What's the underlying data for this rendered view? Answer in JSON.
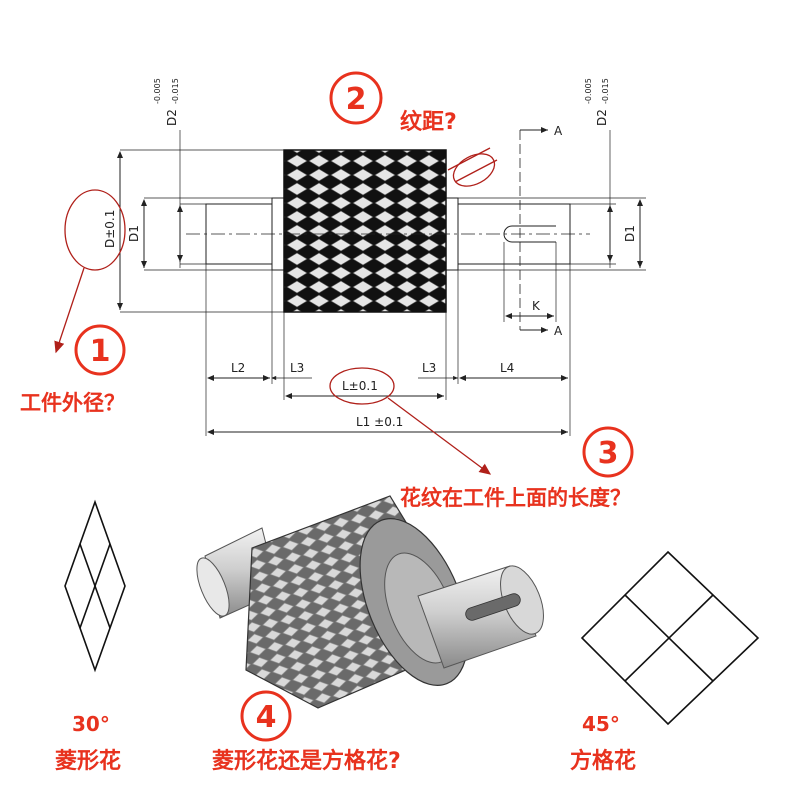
{
  "drawing": {
    "d2_left": "D2",
    "d2_right": "D2",
    "d2_tol_upper": "-0.005",
    "d2_tol_lower": "-0.015",
    "d_label": "D±0.1",
    "d1_left": "D1",
    "d1_right": "D1",
    "l2": "L2",
    "l3_left": "L3",
    "l3_right": "L3",
    "l4": "L4",
    "l": "L±0.1",
    "l1": "L1 ±0.1",
    "k": "K",
    "section_top": "A",
    "section_bottom": "A"
  },
  "callouts": {
    "q1_num": "1",
    "q1_text": "工件外径？",
    "q2_num": "2",
    "q2_text": "纹距?",
    "q3_num": "3",
    "q3_text": "花纹在工件上面的长度？",
    "q4_num": "4",
    "q4_text": "菱形花还是方格花?"
  },
  "patterns": {
    "diamond_angle": "30°",
    "diamond_name": "菱形花",
    "square_angle": "45°",
    "square_name": "方格花"
  },
  "colors": {
    "accent": "#e8321e",
    "line": "#222222"
  }
}
